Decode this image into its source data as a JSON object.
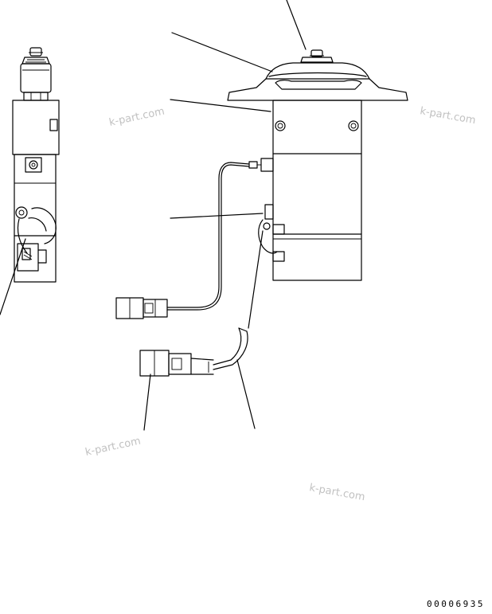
{
  "watermarks": [
    "k-part.com",
    "k-part.com",
    "k-part.com",
    "k-part.com"
  ],
  "drawing_code": "00006935"
}
